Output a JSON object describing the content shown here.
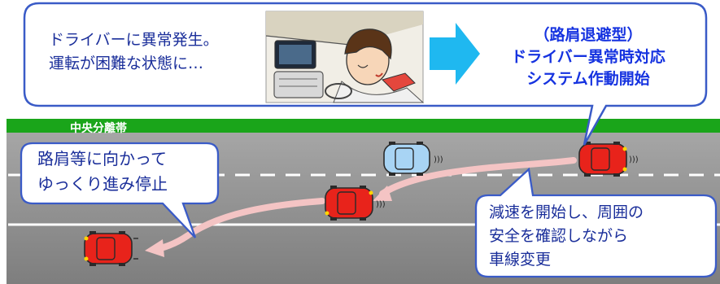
{
  "top_left_bubble": {
    "line1": "ドライバーに異常発生。",
    "line2": "運転が困難な状態に…"
  },
  "top_right_text": {
    "line1": "（路肩退避型）",
    "line2": "ドライバー異常時対応",
    "line3": "システム作動開始"
  },
  "road": {
    "median_label": "中央分離帯"
  },
  "shoulder_bubble": {
    "line1": "路肩等に向かって",
    "line2": "ゆっくり進み停止"
  },
  "lane_change_bubble": {
    "line1": "減速を開始し、周囲の",
    "line2": "安全を確認しながら",
    "line3": "車線変更"
  },
  "colors": {
    "bubble_border": "#3a5bc7",
    "arrow": "#1fb8f0",
    "median": "#1aa51a",
    "road": "#8c8c8c",
    "path_arrow": "#f4c4c4",
    "red_car": "#e8231b",
    "blue_car": "#a8d4f4"
  }
}
